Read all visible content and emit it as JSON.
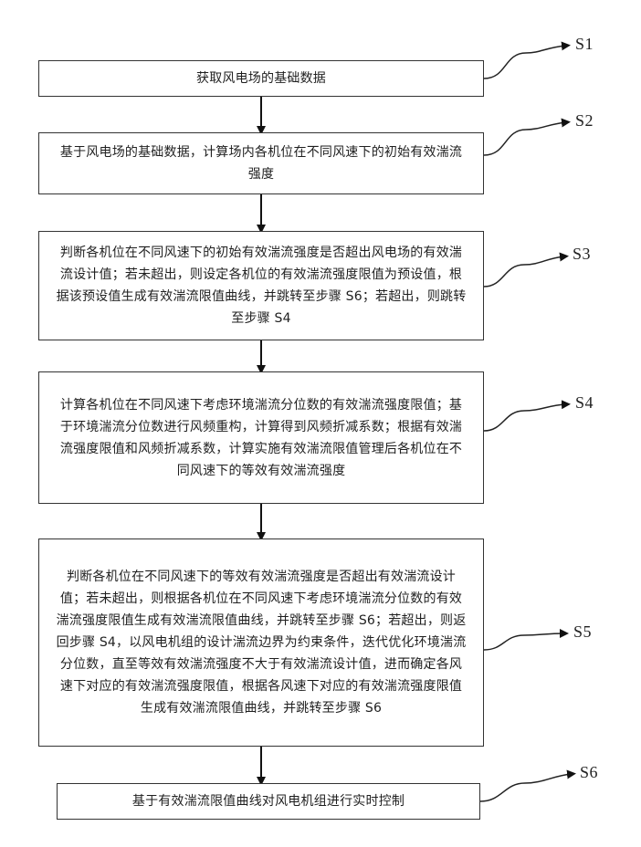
{
  "steps": [
    {
      "label": "S1",
      "text": "获取风电场的基础数据"
    },
    {
      "label": "S2",
      "text": "基于风电场的基础数据，计算场内各机位在不同风速下的初始有效湍流强度"
    },
    {
      "label": "S3",
      "text": "判断各机位在不同风速下的初始有效湍流强度是否超出风电场的有效湍流设计值；若未超出，则设定各机位的有效湍流强度限值为预设值，根据该预设值生成有效湍流限值曲线，并跳转至步骤 S6；若超出，则跳转至步骤 S4"
    },
    {
      "label": "S4",
      "text": "计算各机位在不同风速下考虑环境湍流分位数的有效湍流强度限值；基于环境湍流分位数进行风频重构，计算得到风频折减系数；根据有效湍流强度限值和风频折减系数，计算实施有效湍流限值管理后各机位在不同风速下的等效有效湍流强度"
    },
    {
      "label": "S5",
      "text": "判断各机位在不同风速下的等效有效湍流强度是否超出有效湍流设计值；若未超出，则根据各机位在不同风速下考虑环境湍流分位数的有效湍流强度限值生成有效湍流限值曲线，并跳转至步骤 S6；若超出，则返回步骤 S4，以风电机组的设计湍流边界为约束条件，迭代优化环境湍流分位数，直至等效有效湍流强度不大于有效湍流设计值，进而确定各风速下对应的有效湍流强度限值，根据各风速下对应的有效湍流强度限值生成有效湍流限值曲线，并跳转至步骤 S6"
    },
    {
      "label": "S6",
      "text": "基于有效湍流限值曲线对风电机组进行实时控制"
    }
  ]
}
